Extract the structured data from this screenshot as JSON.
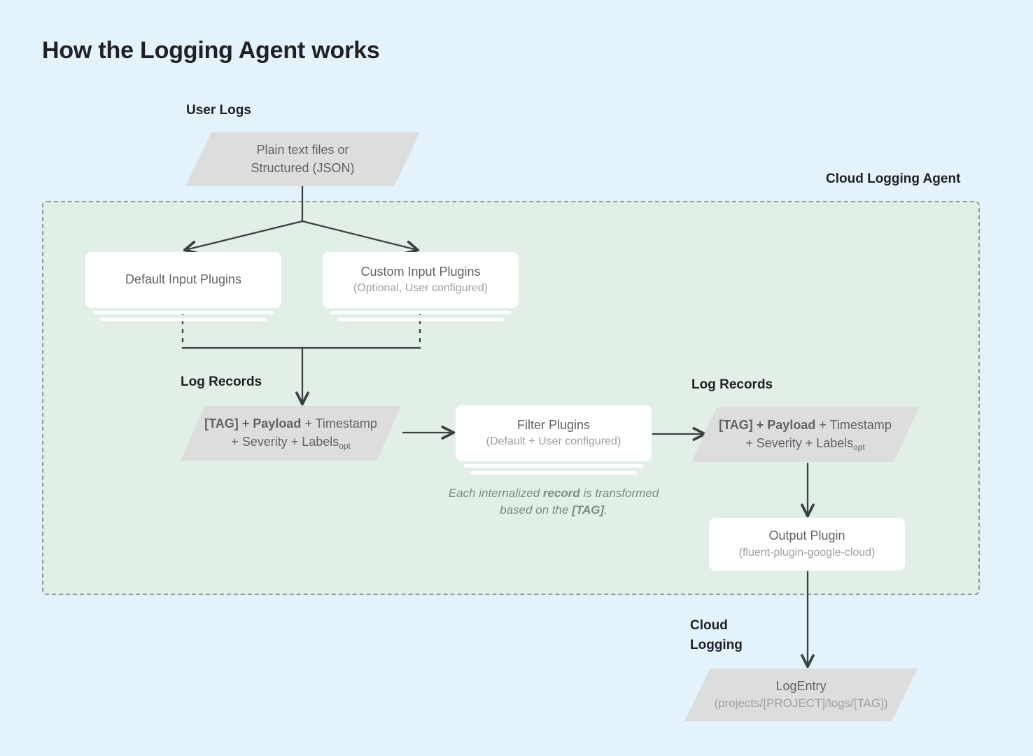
{
  "page": {
    "title": "How the Logging Agent works",
    "background_color": "#e3f2fb"
  },
  "labels": {
    "user_logs": "User Logs",
    "cloud_logging_agent": "Cloud Logging Agent",
    "log_records_left": "Log Records",
    "log_records_right": "Log Records",
    "cloud_logging": "Cloud\nLogging"
  },
  "nodes": {
    "user_logs_source": {
      "shape": "parallelogram",
      "line1": "Plain text files or",
      "line2": "Structured (JSON)",
      "fill": "#dedddd"
    },
    "default_input_plugins": {
      "shape": "stacked-card",
      "title": "Default Input Plugins",
      "subtitle": "",
      "fill": "#ffffff"
    },
    "custom_input_plugins": {
      "shape": "stacked-card",
      "title": "Custom Input Plugins",
      "subtitle": "(Optional, User configured)",
      "fill": "#ffffff"
    },
    "log_record_left": {
      "shape": "parallelogram",
      "bold_part": "[TAG] + Payload",
      "rest_line1": " + Timestamp",
      "line2": "+ Severity + Labels",
      "subscript": "opt",
      "fill": "#dedddd"
    },
    "filter_plugins": {
      "shape": "stacked-card",
      "title": "Filter Plugins",
      "subtitle": "(Default + User configured)",
      "fill": "#ffffff"
    },
    "filter_caption": {
      "text_1": "Each internalized ",
      "bold_1": "record",
      "text_2": " is transformed based on the ",
      "bold_2": "[TAG]",
      "text_3": "."
    },
    "log_record_right": {
      "shape": "parallelogram",
      "bold_part": "[TAG] + Payload",
      "rest_line1": " + Timestamp",
      "line2": "+ Severity + Labels",
      "subscript": "opt",
      "fill": "#dedddd"
    },
    "output_plugin": {
      "shape": "card",
      "title": "Output Plugin",
      "subtitle": "(fluent-plugin-google-cloud)",
      "fill": "#ffffff"
    },
    "log_entry": {
      "shape": "parallelogram",
      "title": "LogEntry",
      "subtitle": "(projects/[PROJECT]/logs/[TAG])",
      "fill": "#dedddd"
    }
  },
  "colors": {
    "page_bg": "#e3f2fb",
    "agent_bg": "#e2efe7",
    "agent_border": "#8f9a93",
    "parallelogram_fill": "#dedddd",
    "card_fill": "#ffffff",
    "connector": "#3c4043",
    "title_text": "#202124",
    "body_text": "#5f6368",
    "muted_text": "#9aa0a6"
  }
}
